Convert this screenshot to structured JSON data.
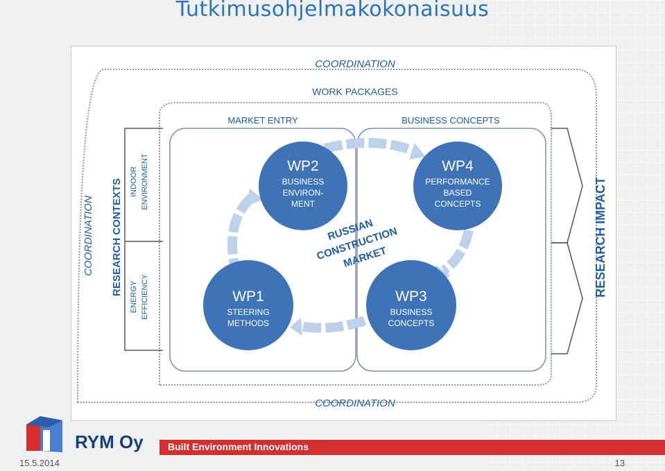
{
  "title": "Tutkimusohjelmakokonaisuus",
  "diagram": {
    "coordination_top": "COORDINATION",
    "coordination_bottom": "COORDINATION",
    "coordination_left": "COORDINATION",
    "work_packages": "WORK PACKAGES",
    "market_entry": "MARKET ENTRY",
    "business_concepts_header": "BUSINESS CONCEPTS",
    "research_contexts": "RESEARCH CONTEXTS",
    "indoor_line1": "INDOOR",
    "indoor_line2": "ENVIRONMENT",
    "energy_line1": "ENERGY",
    "energy_line2": "EFFICIENCY",
    "research_impact": "RESEARCH IMPACT",
    "center_line1": "RUSSIAN",
    "center_line2": "CONSTRUCTION",
    "center_line3": "MARKET",
    "wp1": {
      "title": "WP1",
      "line1": "STEERING",
      "line2": "METHODS"
    },
    "wp2": {
      "title": "WP2",
      "line1": "BUSINESS",
      "line2": "ENVIRON-",
      "line3": "MENT"
    },
    "wp3": {
      "title": "WP3",
      "line1": "BUSINESS",
      "line2": "CONCEPTS"
    },
    "wp4": {
      "title": "WP4",
      "line1": "PERFORMANCE",
      "line2": "BASED",
      "line3": "CONCEPTS"
    }
  },
  "colors": {
    "title_blue": "#2e74b5",
    "label_blue": "#1f5da8",
    "circle_blue": "#3f73b8",
    "arrow_light": "#bdd2ea",
    "brand_red": "#d32f2f",
    "brand_navy": "#173f7a"
  },
  "footer": {
    "brand": "RYM Oy",
    "tagline": "Built Environment Innovations",
    "date": "15.5.2014",
    "page": "13"
  }
}
